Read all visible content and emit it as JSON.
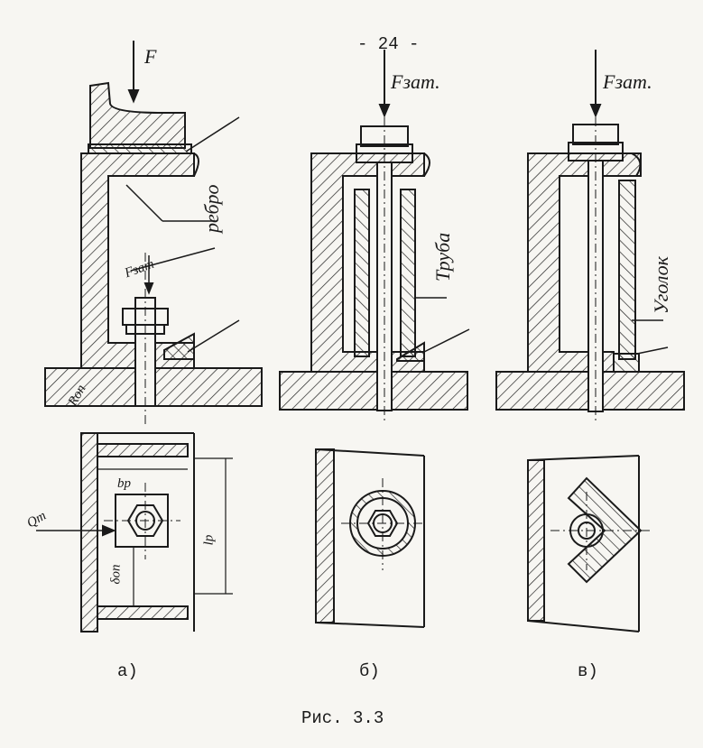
{
  "page_number": "- 24 -",
  "caption": "Рис. 3.3",
  "figure": {
    "a": {
      "sub_label": "а)",
      "force": "F",
      "bolt_force": "Fзат",
      "rib": "ребро",
      "support_force": "Rоп",
      "width": "bр",
      "length": "lр",
      "thickness": "δоп",
      "load": "Qт"
    },
    "b": {
      "sub_label": "б)",
      "force": "Fзат.",
      "part": "Труба"
    },
    "c": {
      "sub_label": "в)",
      "force": "Fзат.",
      "part": "Уголок"
    }
  }
}
